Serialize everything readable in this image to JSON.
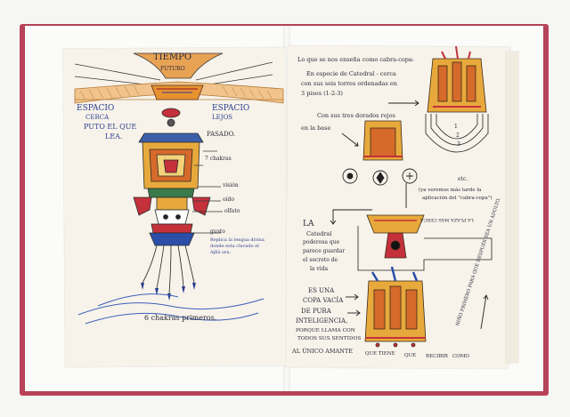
{
  "left_page": {
    "tiempo": "TIEMPO",
    "futuro": "FUTURO",
    "espacio_left": "ESPACIO",
    "cerca": "CERCA",
    "espacio_right": "ESPACIO",
    "lejos": "LEJOS",
    "puto_el_que": "PUTO EL QUE",
    "lea": "LEA.",
    "pasado": "PASADO.",
    "chakras": "7 chakras",
    "visión": "visión",
    "oído": "oído",
    "olfato": "olfato",
    "gusto": "gusto",
    "note_line1": "Replica la lengua divina",
    "note_line2": "donde esta clavado el",
    "note_line3": "Ajñä ura.",
    "chakras_primeros": "6 chakras primeros."
  },
  "right_page": {
    "line1": "Lo que se nos enseña como cabra-copa:",
    "line2": "En especie de Catedral - cerca",
    "line3": "con sus seis torres ordenadas en",
    "line4": "3 pisos (1-2-3)",
    "line5": "Con sus tres dorados rojos",
    "line6": "en la base",
    "etc": "etc.",
    "ya_veremos": "(ya veremos más tarde la",
    "aplicacion": "aplicación del \"cabra-copa\")",
    "la": "LA",
    "catedral": "Catedral",
    "poderosa": "poderosa que",
    "parece_guardar": "parece guardar",
    "secreto": "el secreto de",
    "la_vida": "la vida",
    "es_una": "ES UNA",
    "copa_vacia": "COPA VACÍA",
    "de_pura": "DE PURA",
    "inteligencia": "INTELIGENCIA,",
    "porque_llama": "PORQUE LLAMA CON",
    "todos_sus": "TODOS SUS SENTIDOS",
    "al_unico": "AL ÚNICO AMANTE",
    "que_tiene": "QUE TIENE",
    "que": "QUE",
    "recibir": "RECIBIR",
    "como": "COMO",
    "upside_text": "LA PLAZA MÁS CERCA",
    "side_text": "NIÑO PRIMERO PARA QUE DESPUÉS SEA UN ADULTO.",
    "num1": "1",
    "num2": "2",
    "num3": "3"
  }
}
